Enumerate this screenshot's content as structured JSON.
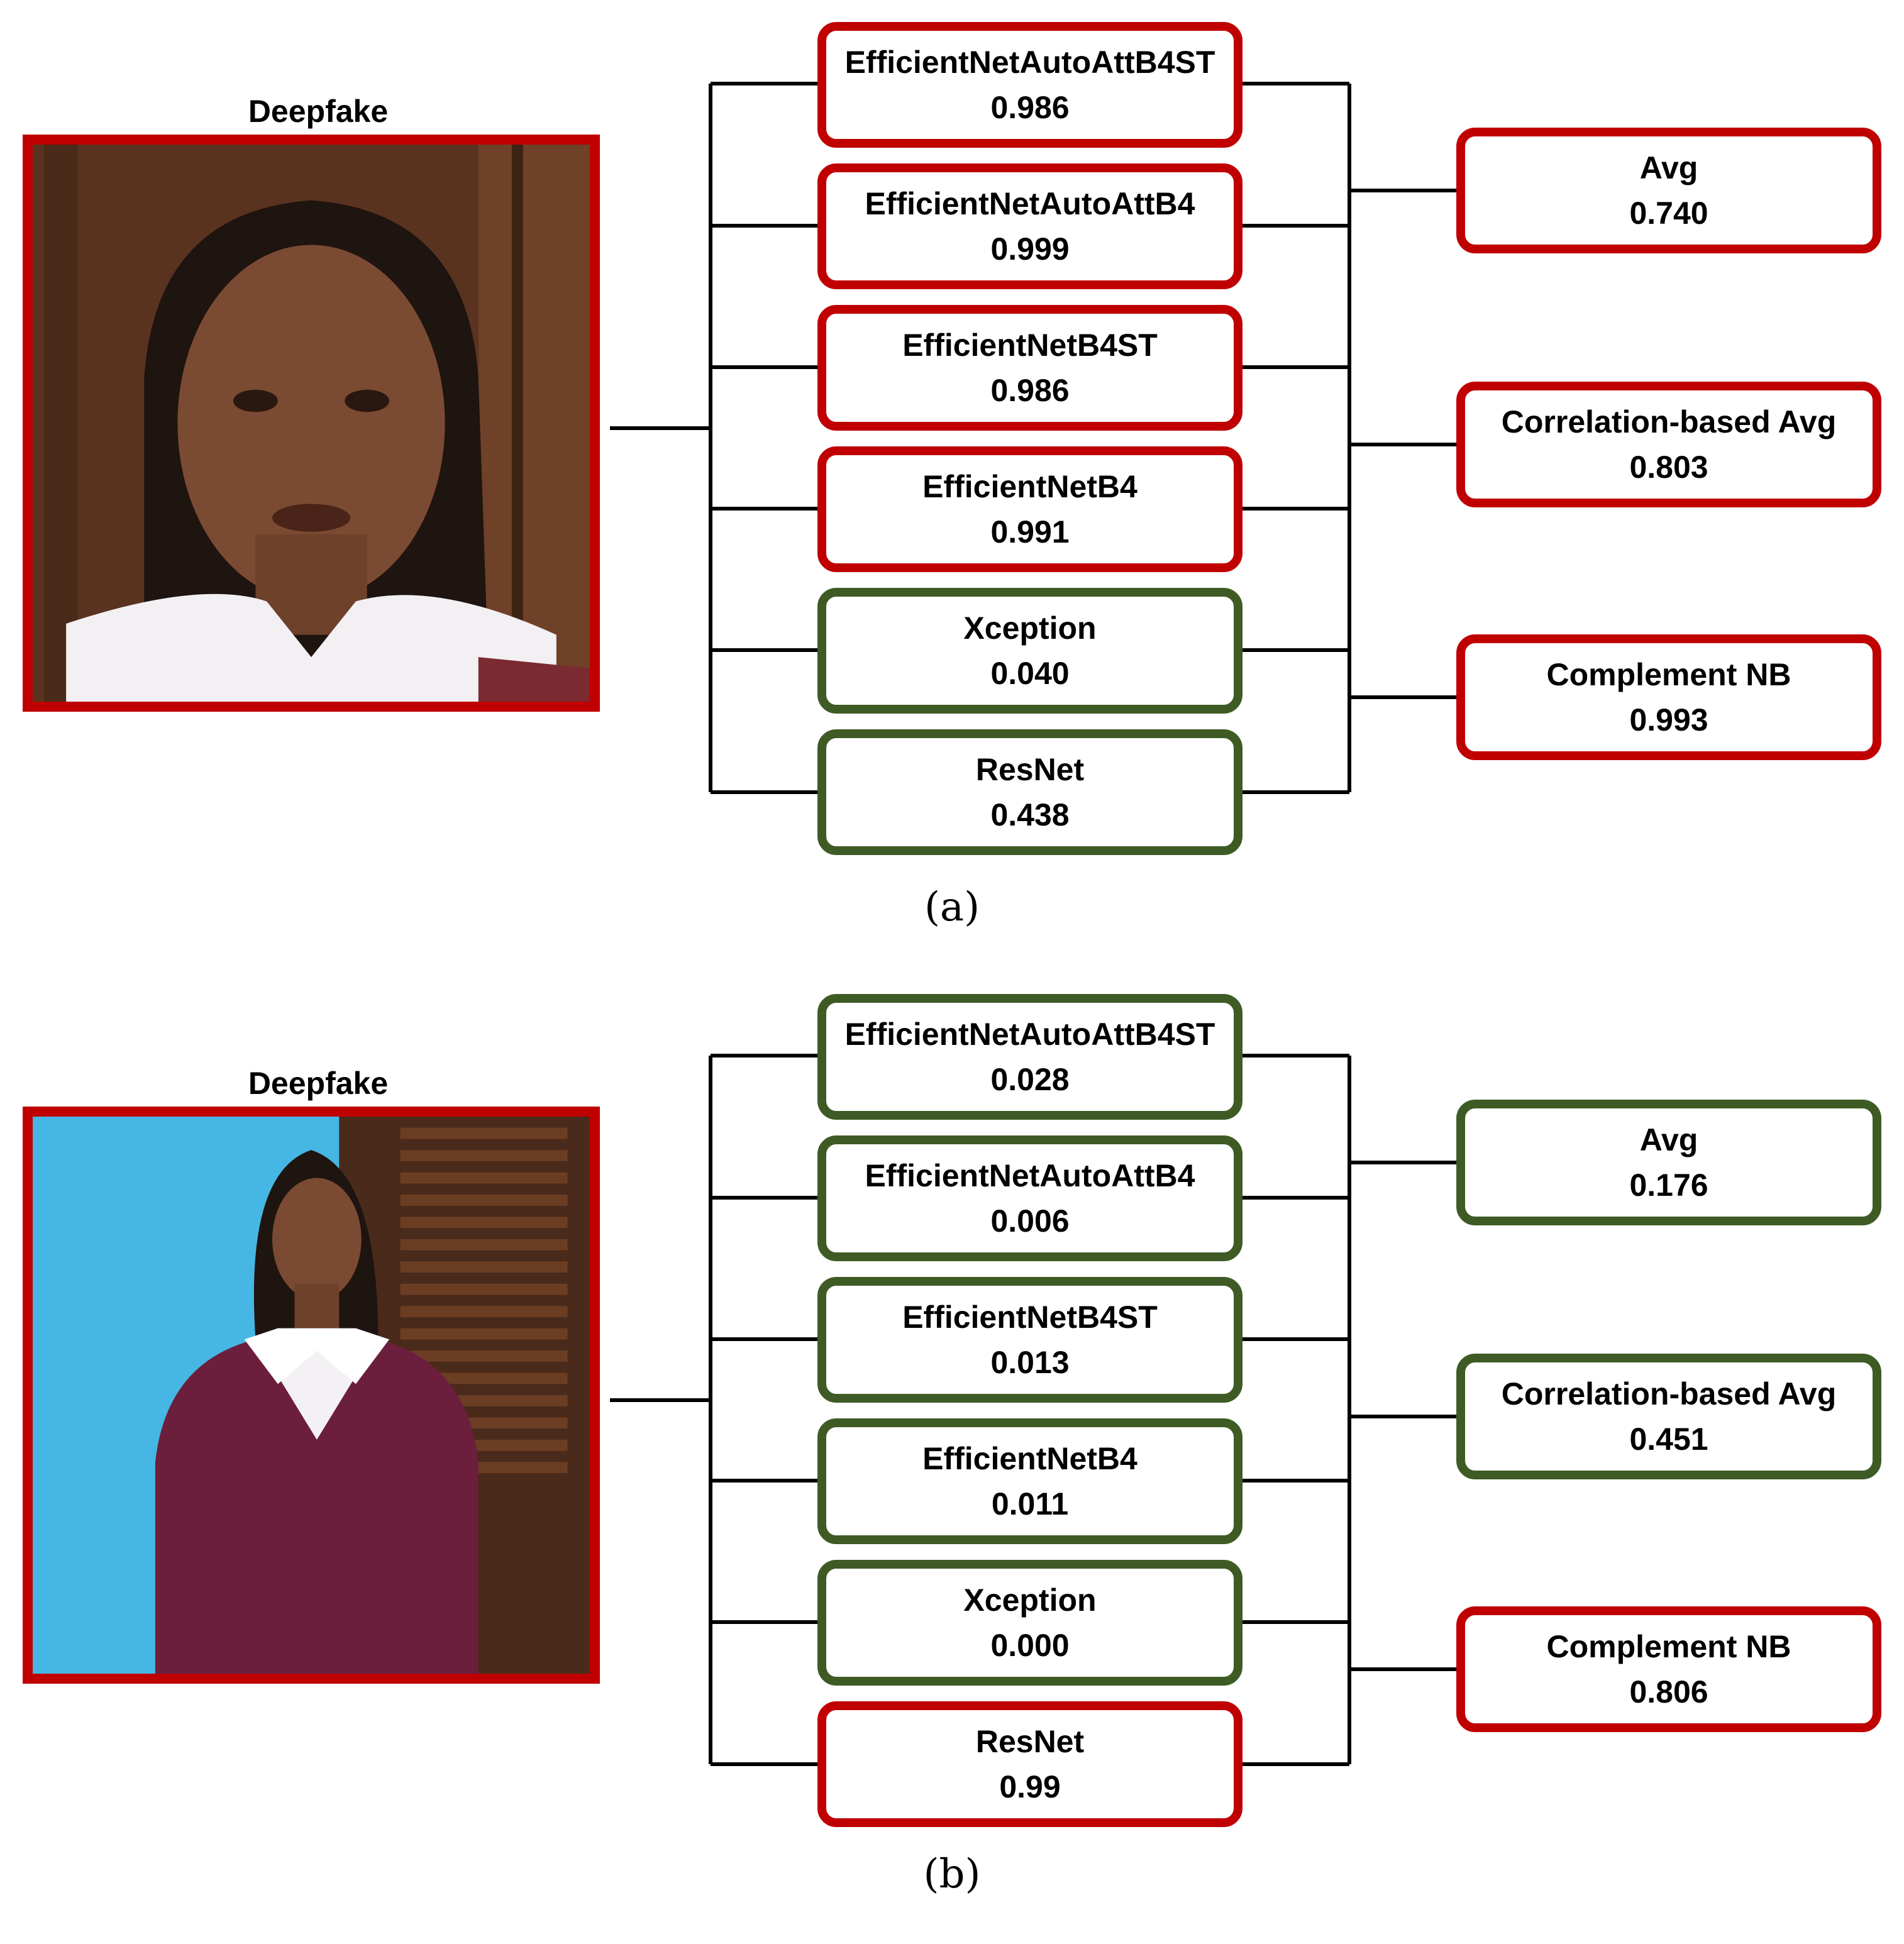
{
  "panels": [
    {
      "title": "Deepfake",
      "caption": "(a)",
      "models": [
        {
          "name": "EfficientNetAutoAttB4ST",
          "score": "0.986",
          "status": "fake"
        },
        {
          "name": "EfficientNetAutoAttB4",
          "score": "0.999",
          "status": "fake"
        },
        {
          "name": "EfficientNetB4ST",
          "score": "0.986",
          "status": "fake"
        },
        {
          "name": "EfficientNetB4",
          "score": "0.991",
          "status": "fake"
        },
        {
          "name": "Xception",
          "score": "0.040",
          "status": "real"
        },
        {
          "name": "ResNet",
          "score": "0.438",
          "status": "real"
        }
      ],
      "ensembles": [
        {
          "name": "Avg",
          "score": "0.740",
          "status": "fake"
        },
        {
          "name": "Correlation-based Avg",
          "score": "0.803",
          "status": "fake"
        },
        {
          "name": "Complement NB",
          "score": "0.993",
          "status": "fake"
        }
      ]
    },
    {
      "title": "Deepfake",
      "caption": "(b)",
      "models": [
        {
          "name": "EfficientNetAutoAttB4ST",
          "score": "0.028",
          "status": "real"
        },
        {
          "name": "EfficientNetAutoAttB4",
          "score": "0.006",
          "status": "real"
        },
        {
          "name": "EfficientNetB4ST",
          "score": "0.013",
          "status": "real"
        },
        {
          "name": "EfficientNetB4",
          "score": "0.011",
          "status": "real"
        },
        {
          "name": "Xception",
          "score": "0.000",
          "status": "real"
        },
        {
          "name": "ResNet",
          "score": "0.99",
          "status": "fake"
        }
      ],
      "ensembles": [
        {
          "name": "Avg",
          "score": "0.176",
          "status": "real"
        },
        {
          "name": "Correlation-based Avg",
          "score": "0.451",
          "status": "real"
        },
        {
          "name": "Complement NB",
          "score": "0.806",
          "status": "fake"
        }
      ]
    }
  ],
  "colors": {
    "fake": "#c00000",
    "real": "#3f5b25",
    "wire": "#000000"
  }
}
